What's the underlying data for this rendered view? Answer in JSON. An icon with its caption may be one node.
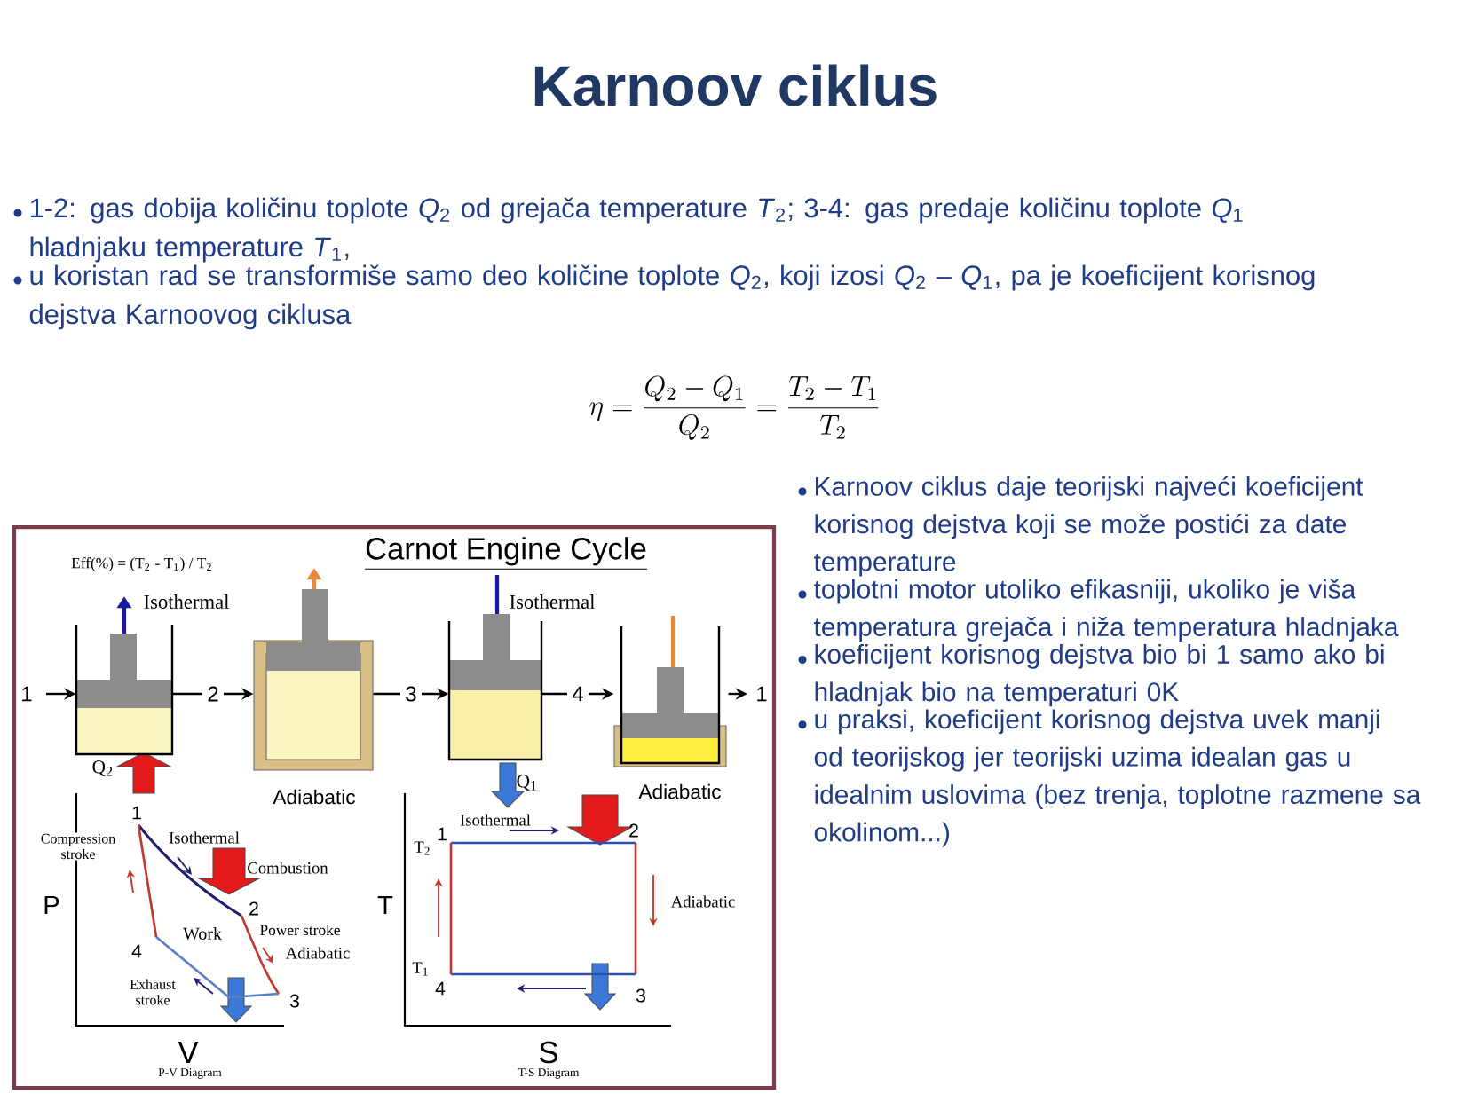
{
  "diagram": {
    "title": "Karnoov ciklus",
    "nodes": [
      {
        "text": [],
        "shape": "picture",
        "beside": [
          "Isothermal",
          "Q$_{2}$"
        ]
      },
      {
        "text": [],
        "shape": "picture",
        "beside": [
          "Adiabatic"
        ]
      },
      {
        "text": [],
        "shape": "picture",
        "beside": [
          "Isothermal",
          "Q$_{1}$"
        ]
      },
      {
        "text": [],
        "shape": "picture",
        "beside": [
          "Adiabatic"
        ]
      }
    ],
    "edges": [
      {
        "from": null,
        "to": 0,
        "arrow": "to",
        "label": "1"
      },
      {
        "from": 0,
        "to": 1,
        "arrow": "to",
        "label": "2"
      },
      {
        "from": 1,
        "to": 2,
        "arrow": "to",
        "label": "3"
      },
      {
        "from": 2,
        "to": 3,
        "arrow": "to",
        "label": "4"
      },
      {
        "from": 3,
        "to": null,
        "arrow": "to",
        "label": "1"
      }
    ],
    "labels": [
      "1-2: gas dobija količinu toplote *Q*$_{2}$ od grejača temperature *T*$_{2}$; 3-4: gas predaje količinu toplote *Q*$_{1}$ hladnjaku temperature *T*$_{1}$,",
      "u koristan rad se transformiše samo deo količine toplote *Q*$_{2}$, koji izosi *Q*$_{2}$ – *Q*$_{1}$, pa je koeficijent korisnog dejstva Karnoovog ciklusa",
      "\\eta = \\frac{Q_2 - Q_1}{Q_2} = \\frac{T_2 - T_1}{T_2}",
      "Karnoov ciklus daje teorijski najveći koeficijent korisnog dejstva koji se može postići za date temperature",
      "toplotni motor utoliko efikasniji, ukoliko je viša temperatura grejača i niža temperatura hladnjaka",
      "koeficijent korisnog dejstva bio bi 1 samo ako bi hladnjak bio na temperaturi 0K",
      "u praksi, koeficijent korisnog dejstva uvek manji od teorijskog jer teorijski uzima idealan gas u idealnim uslovima (bez trenja, toplotne razmene sa okolinom...)",
      "Eff(%) = (T$_{2}$ - T$_{1}$) / T$_{2}$",
      "Carnot Engine Cycle",
      "1",
      "Compression stroke",
      "Isothermal",
      "Combustion",
      "P",
      "2",
      "Work",
      "Power stroke",
      "4",
      "Adiabatic",
      "Exhaust stroke",
      "3",
      "V",
      "P-V Diagram",
      "1",
      "Isothermal",
      "2",
      "T$_{2}$",
      "T",
      "Adiabatic",
      "T$_{1}$",
      "4",
      "3",
      "S",
      "T-S Diagram"
    ]
  }
}
